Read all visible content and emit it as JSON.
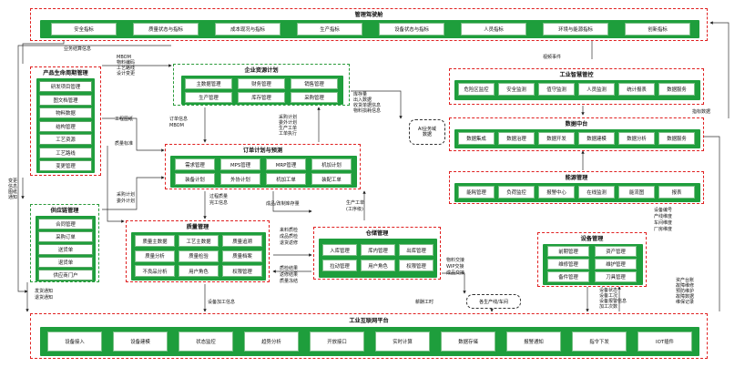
{
  "top": {
    "title": "管理驾驶舱",
    "items": [
      "安全指标",
      "质量状态与指标",
      "成本现况与指标",
      "生产指标",
      "设备状态与指标",
      "人员指标",
      "环境与能源指标",
      "创新指标"
    ]
  },
  "erp": {
    "title": "企业资源计划",
    "items": [
      "主数据管理",
      "财务管理",
      "销售管理",
      "生产管理",
      "库存管理",
      "采购管理"
    ]
  },
  "plm": {
    "title": "产品生命周期管理",
    "items": [
      "研发项目管理",
      "图文档管理",
      "物料数据",
      "结构管理",
      "工艺资源",
      "工艺路线",
      "变更管理"
    ]
  },
  "scm": {
    "title": "供应链管理",
    "items": [
      "合同管理",
      "采购订单",
      "送货单",
      "退货单",
      "供应商门户"
    ]
  },
  "plan": {
    "title": "订单计划与预测",
    "items": [
      "需求管理",
      "MPS管理",
      "MRP管理",
      "机加计划",
      "装备计划",
      "外协计划",
      "机加工单",
      "装配工单"
    ]
  },
  "qms": {
    "title": "质量管理",
    "items": [
      "质量主数据",
      "工艺主数据",
      "质量追溯",
      "质量分析",
      "质量检验",
      "质量档案",
      "不良品分析",
      "用户角色",
      "权限管理"
    ]
  },
  "wms": {
    "title": "仓储管理",
    "items": [
      "入库管理",
      "库内管理",
      "出库管理",
      "拉动管理",
      "用户角色",
      "权限管理"
    ]
  },
  "smart": {
    "title": "工业智慧管控",
    "items": [
      "危险区监控",
      "安全监测",
      "值守监测",
      "人员监测",
      "统计报表",
      "数据服务"
    ]
  },
  "dc": {
    "title": "数据中台",
    "items": [
      "数据集成",
      "数据治理",
      "数据开发",
      "数据建模",
      "数据分析",
      "数据服务"
    ]
  },
  "energy": {
    "title": "能源管理",
    "items": [
      "能耗管理",
      "负荷监控",
      "报警中心",
      "在线监测",
      "能流图",
      "报表"
    ]
  },
  "eam": {
    "title": "设备管理",
    "items": [
      "前期管理",
      "资产管理",
      "维修管理",
      "维护管理",
      "备件管理",
      "刀具管理"
    ]
  },
  "iot": {
    "title": "工业互联网平台",
    "items": [
      "设备接入",
      "设备建模",
      "状态监控",
      "趋势分析",
      "开放接口",
      "实时计算",
      "数据存储",
      "报警通知",
      "指令下发",
      "IOT插件"
    ]
  },
  "ai": "AI业务域\n数据",
  "line_node": "各生产线/车间",
  "notes": {
    "n1": "业务结算信息",
    "n2": "MBOM\n物料编码\n工艺路线\n设计变更",
    "n3": "工程图纸",
    "n4": "质量标准",
    "n5": "订单信息\nMBOM",
    "n6": "库存量\n出入数据\n收货单据信息\n物料损耗信息",
    "n7": "采购计划\n委外计划\n生产工单\n工单执行",
    "n8": "视频事件",
    "n9": "指标数据",
    "n10": "变更\n信息\n图纸\n通知",
    "n11": "采购计划\n委外计划",
    "n12": "过程质量\n完工信息",
    "n13": "成品/改制库存量",
    "n14": "生产工单\n(工序级)",
    "n15": "来料质检\n成品质检\n退货返修",
    "n16": "质检结果\n返修结果\n质量冻结",
    "n17": "物料交接\nWIP交接\n成品交接",
    "n18": "设备编号\n产线维度\n车间维度\n厂房维度",
    "n19": "设备状态\n设备工况\n设备报警信息\n加工次数",
    "n20": "资产台账\n故障维修\n预防维护\n故障数据\n维保记录",
    "n21": "发货通知\n退货通知",
    "n22": "设备加工信息",
    "n23": "薪酬工时"
  }
}
